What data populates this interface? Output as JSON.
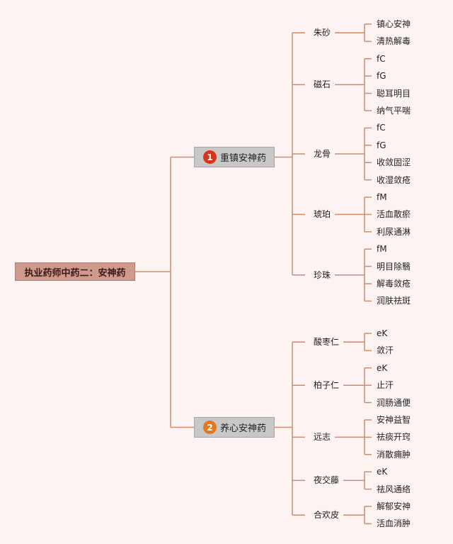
{
  "root": {
    "label": "执业药师中药二：安神药"
  },
  "categories": [
    {
      "number": "1",
      "label": "重镇安神药",
      "badge_color": "#d9341a",
      "herbs": [
        {
          "name": "朱砂",
          "effects": [
            "镇心安神",
            "清热解毒"
          ]
        },
        {
          "name": "磁石",
          "effects": [
            "fC",
            "fG",
            "聪耳明目",
            "纳气平喘"
          ]
        },
        {
          "name": "龙骨",
          "effects": [
            "fC",
            "fG",
            "收敛固涩",
            "收湿敛疮"
          ]
        },
        {
          "name": "琥珀",
          "effects": [
            "fM",
            "活血散瘀",
            "利尿通淋"
          ]
        },
        {
          "name": "珍珠",
          "effects": [
            "fM",
            "明目除翳",
            "解毒敛疮",
            "润肤祛斑"
          ]
        }
      ]
    },
    {
      "number": "2",
      "label": "养心安神药",
      "badge_color": "#e8761a",
      "herbs": [
        {
          "name": "酸枣仁",
          "effects": [
            "eK",
            "敛汗"
          ]
        },
        {
          "name": "柏子仁",
          "effects": [
            "eK",
            "止汗",
            "润肠通便"
          ]
        },
        {
          "name": "远志",
          "effects": [
            "安神益智",
            "祛痰开窍",
            "消散痈肿"
          ]
        },
        {
          "name": "夜交藤",
          "effects": [
            "eK",
            "祛风通络"
          ]
        },
        {
          "name": "合欢皮",
          "effects": [
            "解郁安神",
            "活血消肿"
          ]
        }
      ]
    }
  ],
  "colors": {
    "line": "#c98d72",
    "background": "#fdf3f3"
  }
}
